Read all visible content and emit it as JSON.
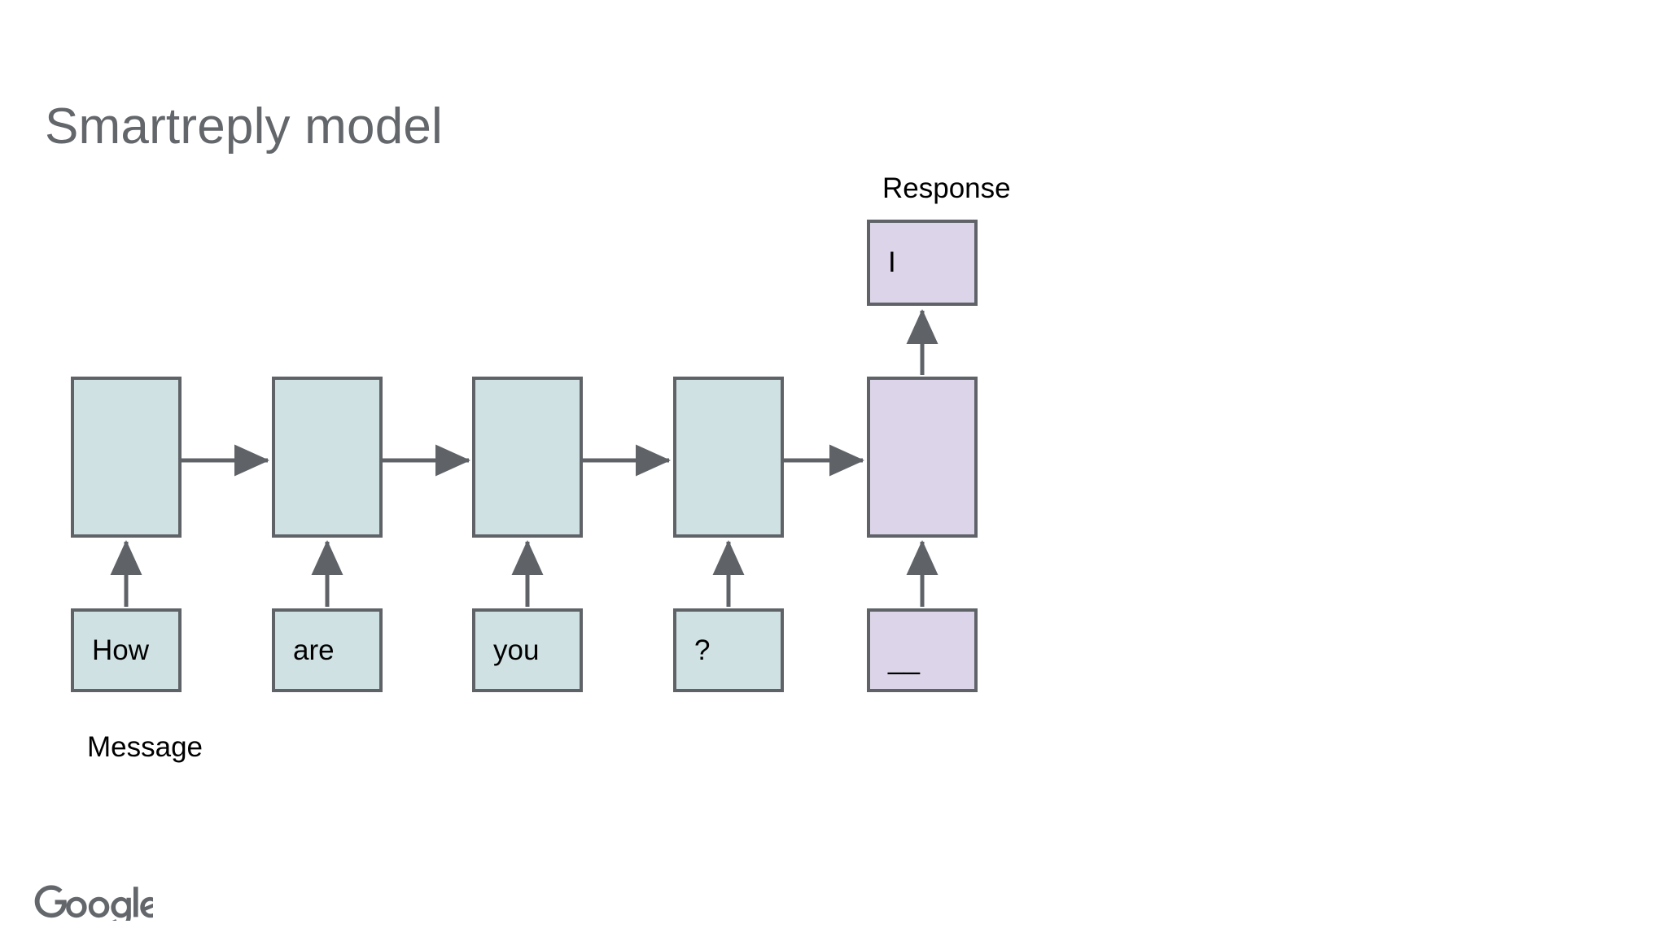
{
  "slide": {
    "title": "Smartreply model",
    "title_color": "#63666a",
    "background_color": "#ffffff"
  },
  "diagram": {
    "type": "sequence-to-sequence-rnn",
    "encoder_color": "#d0e1e3",
    "decoder_color": "#dcd4e8",
    "stroke_color": "#5f6368",
    "input_caption": "Message",
    "output_caption": "Response",
    "encoder_cells": [
      {
        "token": "How",
        "cell_label": ""
      },
      {
        "token": "are",
        "cell_label": ""
      },
      {
        "token": "you",
        "cell_label": ""
      },
      {
        "token": "?",
        "cell_label": ""
      }
    ],
    "decoder_cells": [
      {
        "token": "__",
        "cell_label": "",
        "output": "I"
      }
    ],
    "output_token": "I"
  },
  "branding": {
    "wordmark": "Google",
    "wordmark_color": "#63666a"
  }
}
